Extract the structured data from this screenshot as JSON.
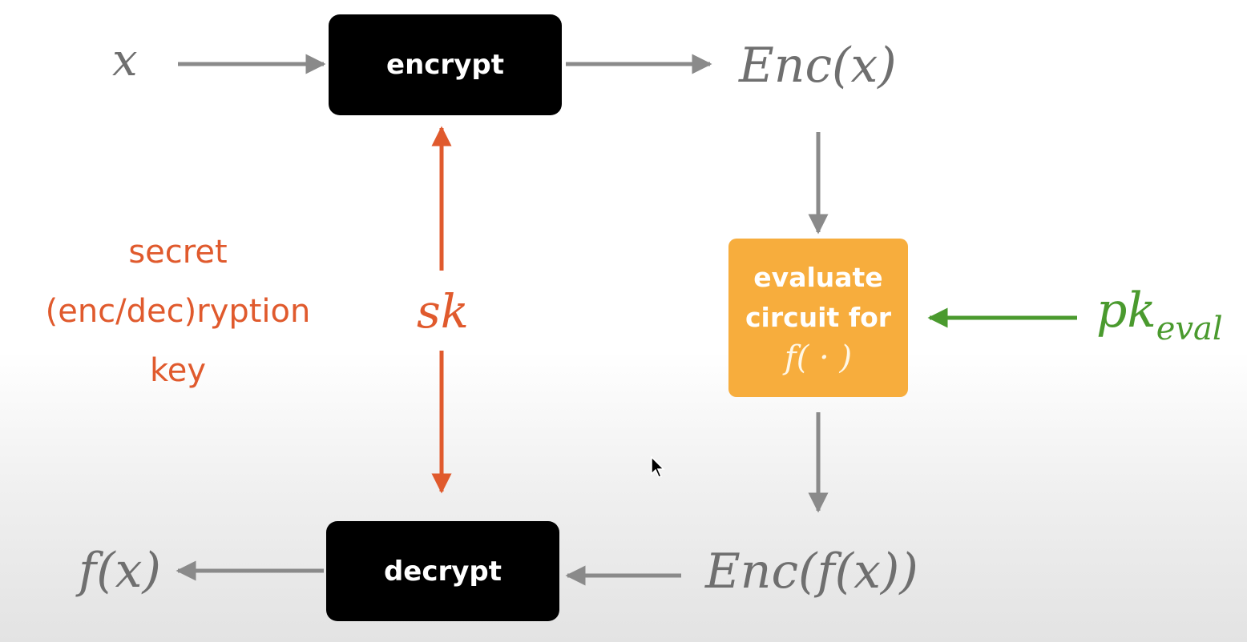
{
  "boxes": {
    "encrypt": "encrypt",
    "decrypt": "decrypt",
    "evaluate_line1": "evaluate",
    "evaluate_line2": "circuit for",
    "evaluate_fn": "f( · )"
  },
  "math": {
    "input": "x",
    "ciphertext": "Enc(x)",
    "eval_ciphertext": "Enc(f(x))",
    "output": "f(x)",
    "secret_key": "sk",
    "eval_key_base": "pk",
    "eval_key_sub": "eval"
  },
  "key_label": [
    "secret",
    "(enc/dec)ryption",
    "key"
  ],
  "colors": {
    "gray_arrow": "#8a8a8a",
    "red": "#e05a2d",
    "green": "#4a9a2e",
    "orange_box": "#f7ad3d",
    "black_box": "#000000"
  }
}
